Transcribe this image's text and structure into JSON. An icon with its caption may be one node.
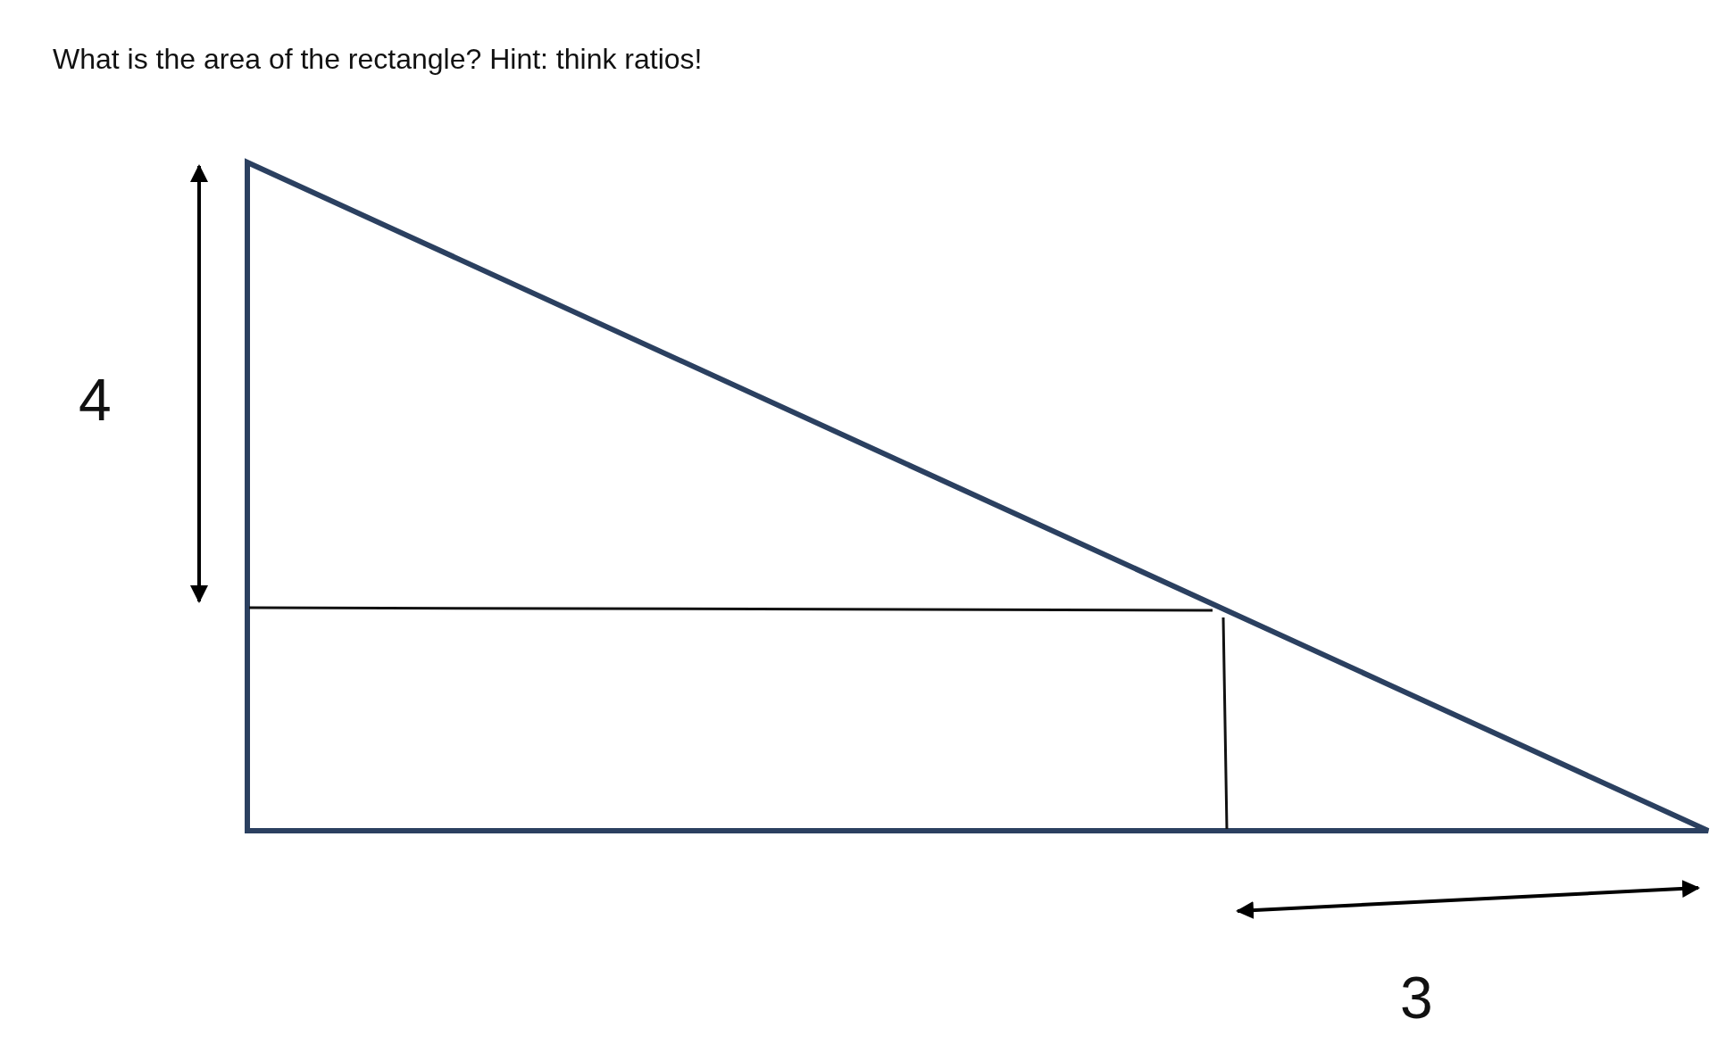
{
  "diagram": {
    "title": "What is the area of the rectangle? Hint: think ratios!",
    "labels": [
      "4",
      "3"
    ]
  }
}
